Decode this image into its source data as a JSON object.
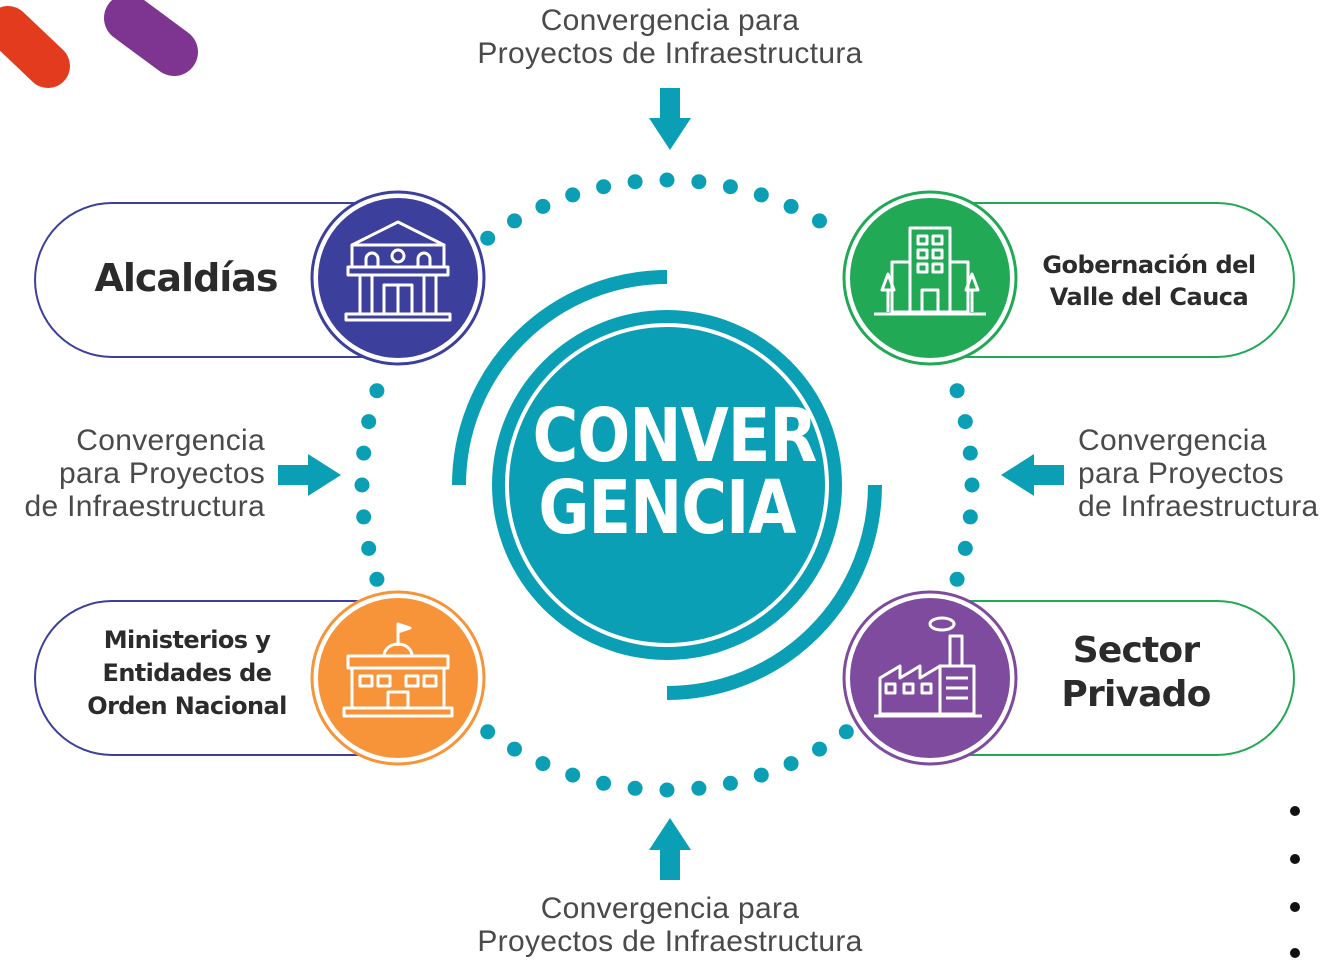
{
  "colors": {
    "teal": "#0a9fb5",
    "blue_purple": "#3c3f9c",
    "green": "#21a955",
    "orange": "#f7943a",
    "purple": "#7e4b9e",
    "red_orange": "#e23b1e"
  },
  "center": {
    "line1": "CONVER",
    "line2": "GENCIA"
  },
  "captions": {
    "top": [
      "Convergencia para",
      "Proyectos de Infraestructura"
    ],
    "bottom": [
      "Convergencia para",
      "Proyectos de Infraestructura"
    ],
    "left": [
      "Convergencia",
      "para Proyectos",
      "de Infraestructura"
    ],
    "right": [
      "Convergencia",
      "para Proyectos",
      "de Infraestructura"
    ]
  },
  "nodes": {
    "alcaldias": {
      "lines": [
        "Alcaldías"
      ],
      "icon": "town-hall-icon"
    },
    "gobernacion": {
      "lines": [
        "Gobernación del",
        "Valle del Cauca"
      ],
      "icon": "office-building-icon"
    },
    "ministerios": {
      "lines": [
        "Ministerios y",
        "Entidades de",
        "Orden Nacional"
      ],
      "icon": "government-building-icon"
    },
    "sector_privado": {
      "lines": [
        "Sector",
        "Privado"
      ],
      "icon": "factory-icon"
    }
  }
}
